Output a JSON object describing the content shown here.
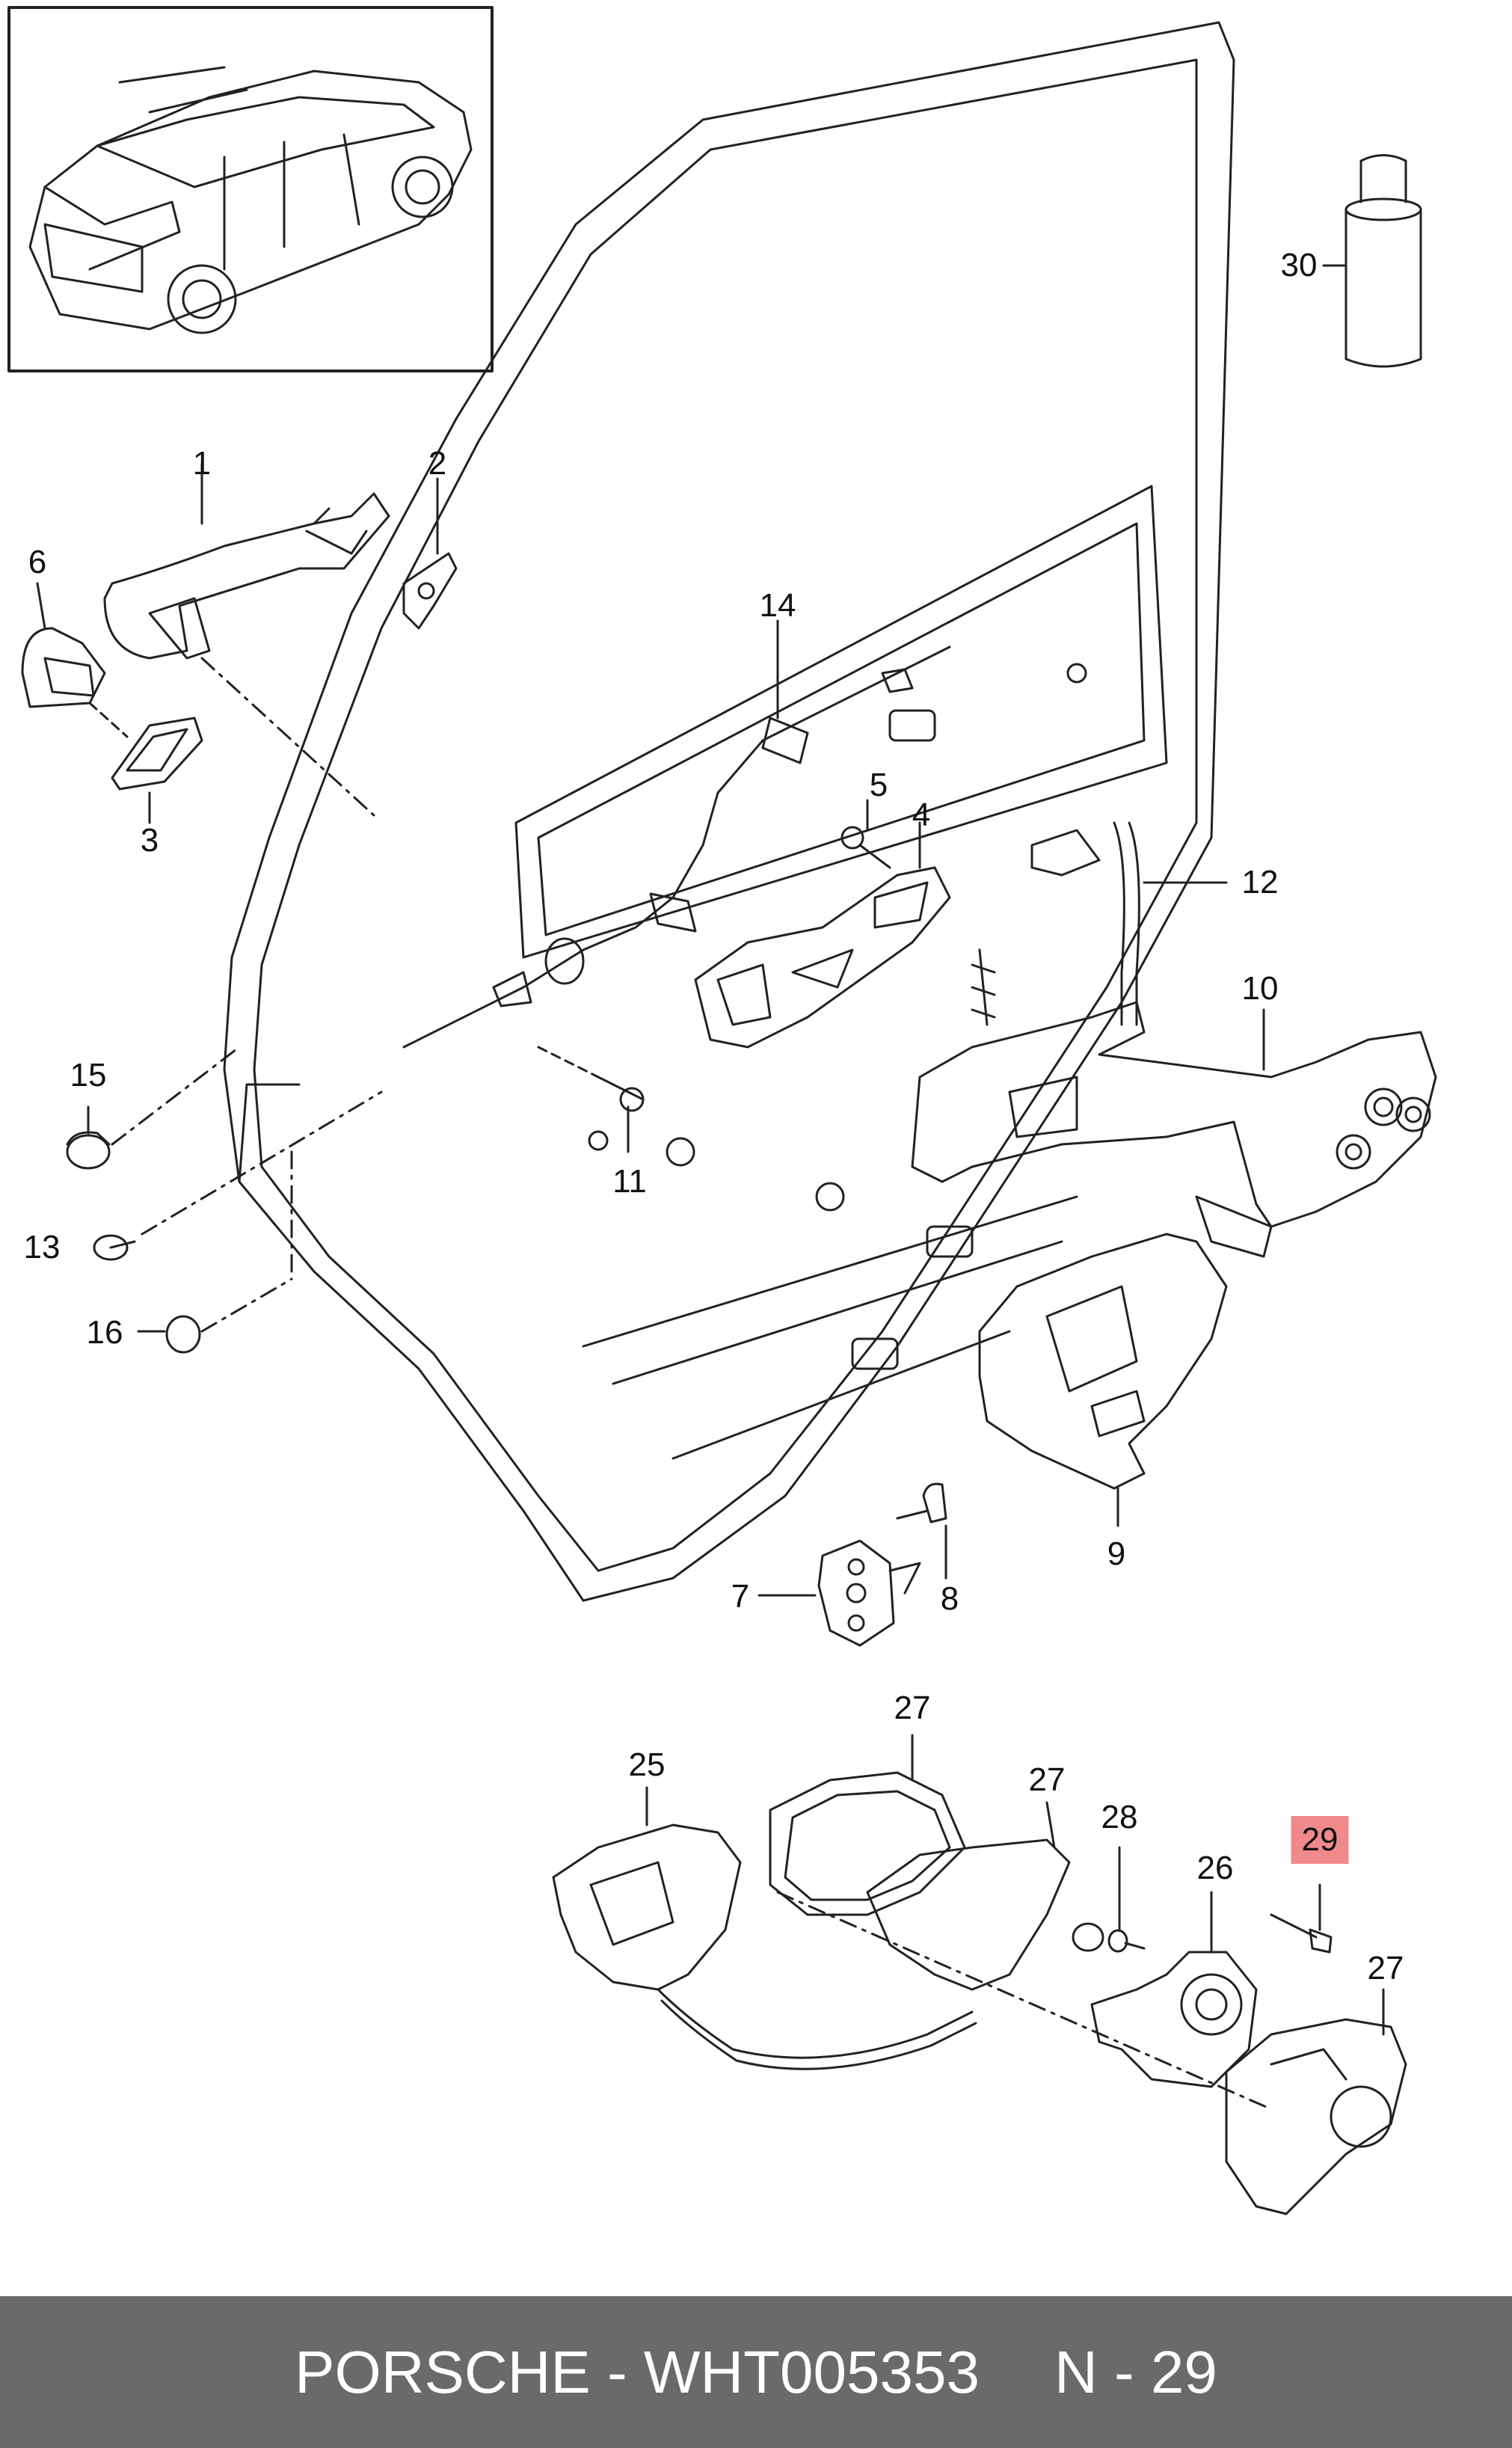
{
  "labels": {
    "p1": "1",
    "p2": "2",
    "p3": "3",
    "p4": "4",
    "p5": "5",
    "p6": "6",
    "p7": "7",
    "p8": "8",
    "p9": "9",
    "p10": "10",
    "p11": "11",
    "p12": "12",
    "p13": "13",
    "p14": "14",
    "p15": "15",
    "p16": "16",
    "p25": "25",
    "p26": "26",
    "p27a": "27",
    "p27b": "27",
    "p27c": "27",
    "p28": "28",
    "p29": "29",
    "p30": "30"
  },
  "highlighted_part": "29",
  "footer": {
    "part_info": "PORSCHE - WHT005353",
    "part_ref": "N - 29"
  },
  "colors": {
    "footer_bg": "#6a6a6a",
    "highlight": "#f08a8a",
    "line": "#222222"
  }
}
